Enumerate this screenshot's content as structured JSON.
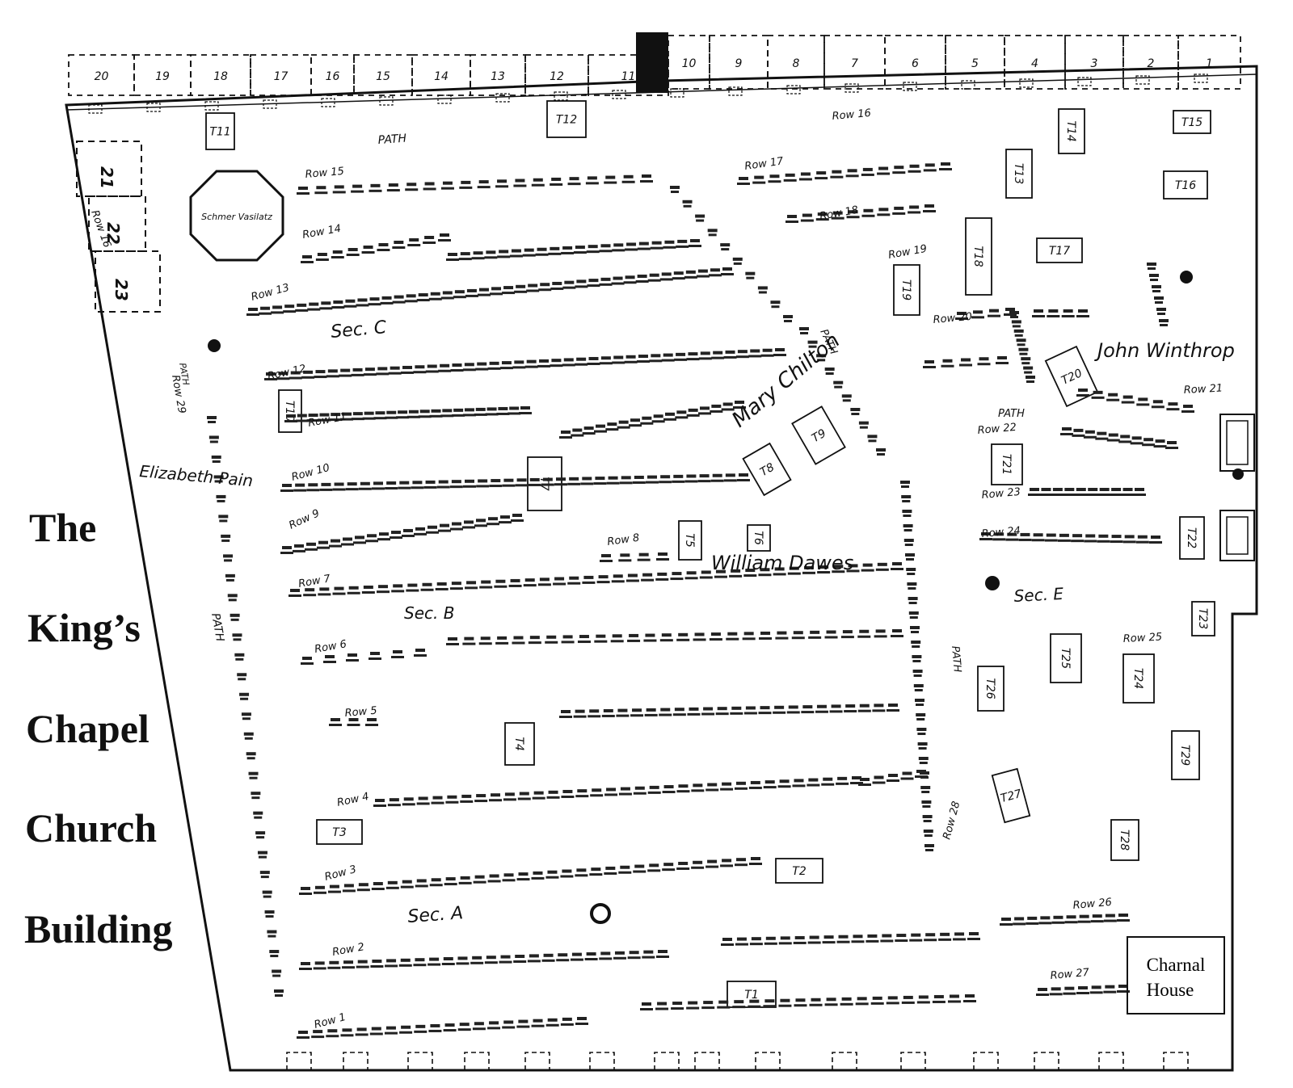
{
  "title": {
    "lines": [
      "The",
      "King’s",
      "Chapel",
      "Church",
      "Building"
    ]
  },
  "plots_top": [
    "20",
    "19",
    "18",
    "17",
    "16",
    "15",
    "14",
    "13",
    "12",
    "11",
    "10",
    "9",
    "8",
    "7",
    "6",
    "5",
    "4",
    "3",
    "2",
    "1"
  ],
  "plots_left": [
    "21",
    "22",
    "23"
  ],
  "row16_side_label": "Row 16",
  "monument": "Schmer Vasilatz",
  "charnal_house": [
    "Charnal",
    "House"
  ],
  "sections": [
    "Sec. A",
    "Sec. B",
    "Sec. C",
    "Sec. E"
  ],
  "paths": [
    "PATH",
    "PATH",
    "PATH",
    "PATH",
    "PATH",
    "PATH"
  ],
  "rows": [
    "Row 1",
    "Row 2",
    "Row 3",
    "Row 4",
    "Row 5",
    "Row 6",
    "Row 7",
    "Row 8",
    "Row 9",
    "Row 10",
    "Row 11",
    "Row 12",
    "Row 13",
    "Row 14",
    "Row 15",
    "Row 16",
    "Row 17",
    "Row 18",
    "Row 19",
    "Row 20",
    "Row 21",
    "Row 22",
    "Row 23",
    "Row 24",
    "Row 25",
    "Row 26",
    "Row 27",
    "Row 28",
    "Row 29"
  ],
  "tombs": [
    "T1",
    "T2",
    "T3",
    "T4",
    "T5",
    "T6",
    "T7",
    "T8",
    "T9",
    "T10",
    "T11",
    "T12",
    "T13",
    "T14",
    "T15",
    "T16",
    "T17",
    "T18",
    "T19",
    "T20",
    "T21",
    "T22",
    "T23",
    "T24",
    "T25",
    "T26",
    "T27",
    "T28",
    "T29"
  ],
  "names": {
    "mary": "Mary Chilton",
    "john": "John Winthrop",
    "william": "William Dawes",
    "elizabeth": "Elizabeth Pain"
  }
}
